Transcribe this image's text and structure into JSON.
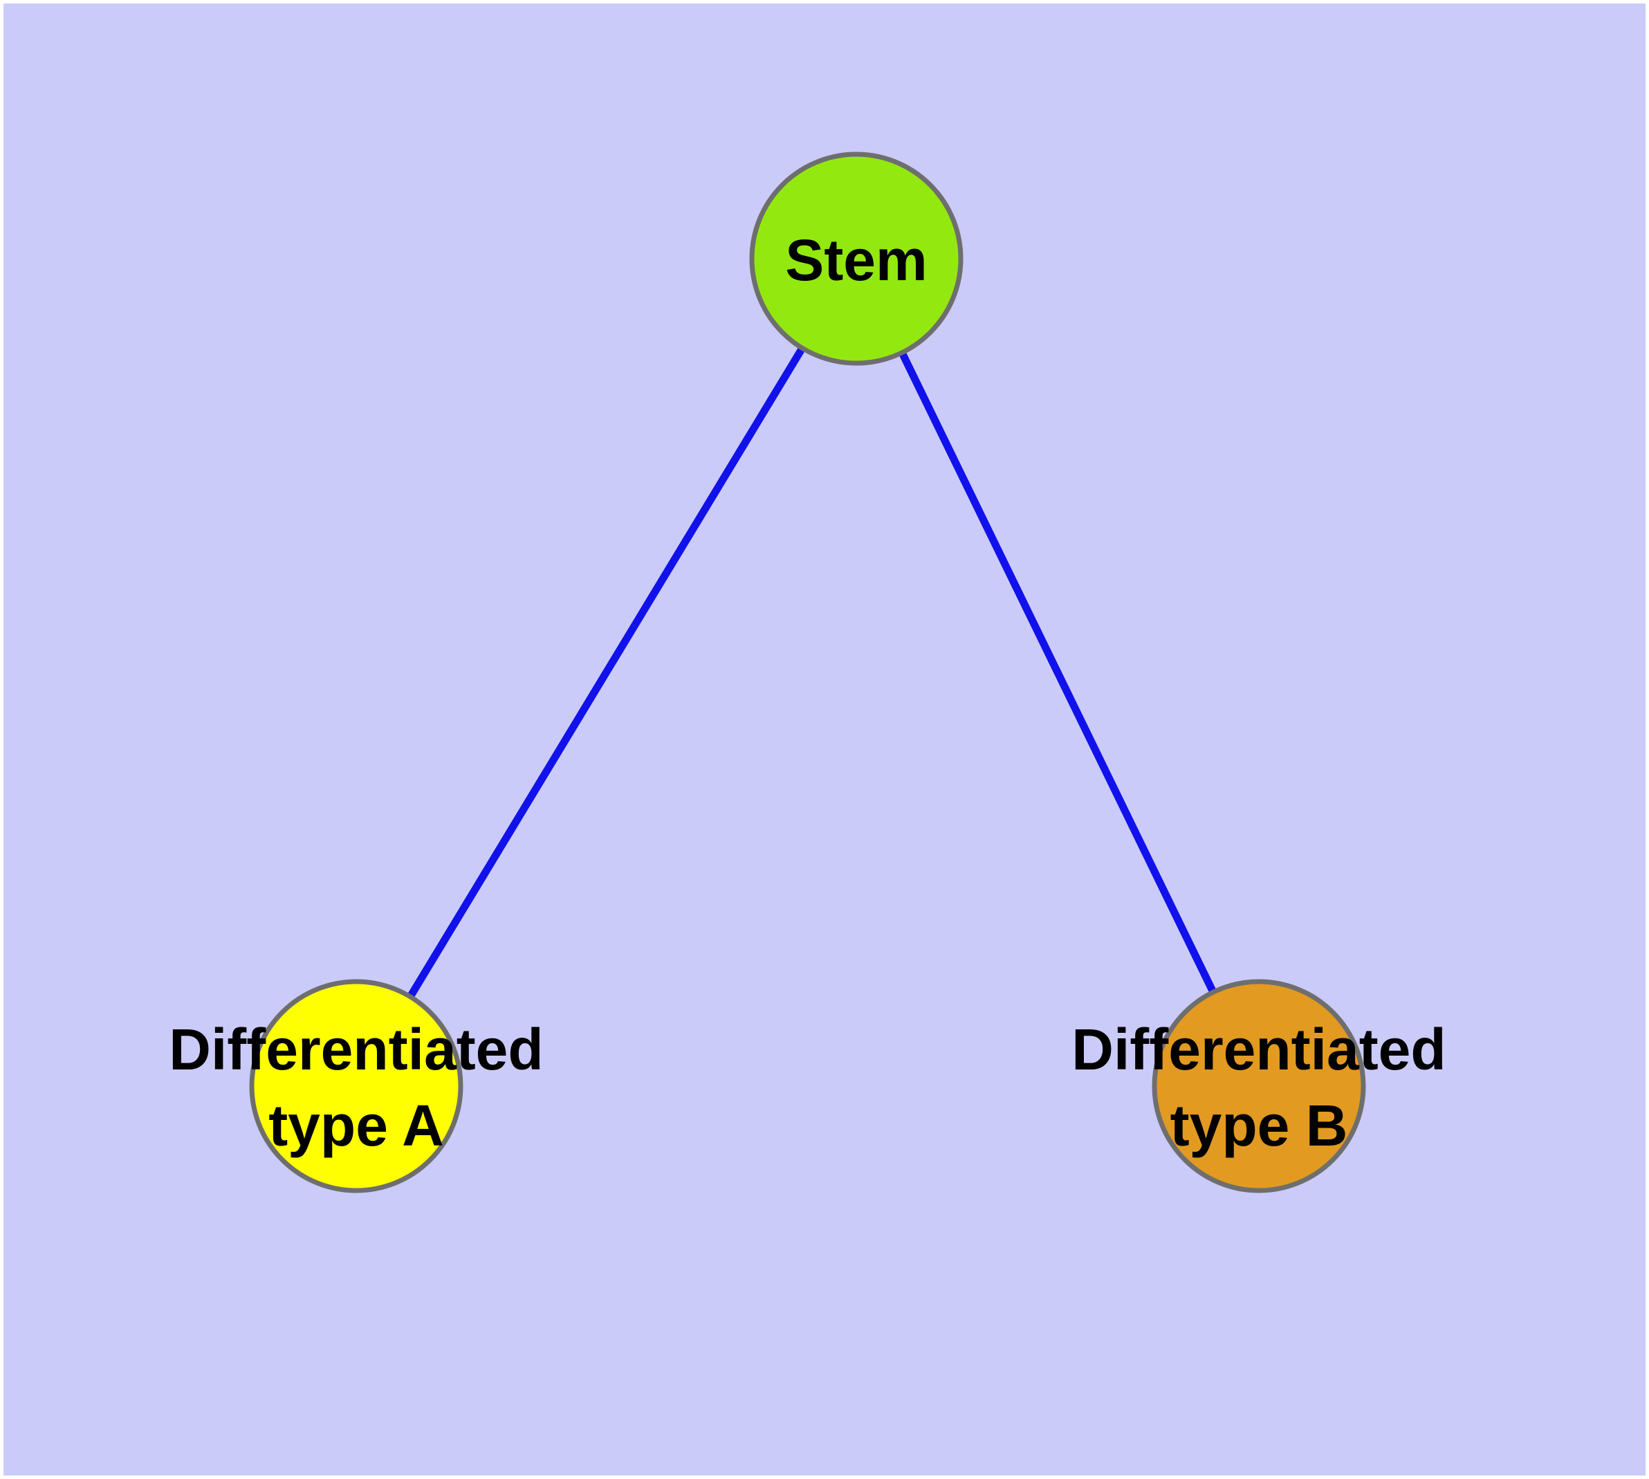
{
  "diagram": {
    "type": "tree",
    "title": "Stem cell differentiation diagram",
    "background_color": "#cbcbf9",
    "frame_color": "#ffffff",
    "edge_color": "#1111ec",
    "node_border_color": "#6e6e6e",
    "text_color": "#000000",
    "nodes": [
      {
        "id": "stem",
        "label": "Stem",
        "label_line1": "Stem",
        "label_line2": "",
        "fill": "#93e90f"
      },
      {
        "id": "type-a",
        "label": "Differentiated type A",
        "label_line1": "Differentiated",
        "label_line2": "type A",
        "fill": "#ffff00"
      },
      {
        "id": "type-b",
        "label": "Differentiated type B",
        "label_line1": "Differentiated",
        "label_line2": "type B",
        "fill": "#e29a20"
      }
    ],
    "edges": [
      {
        "from": "Stem",
        "to": "Differentiated type A"
      },
      {
        "from": "Stem",
        "to": "Differentiated type B"
      }
    ]
  }
}
